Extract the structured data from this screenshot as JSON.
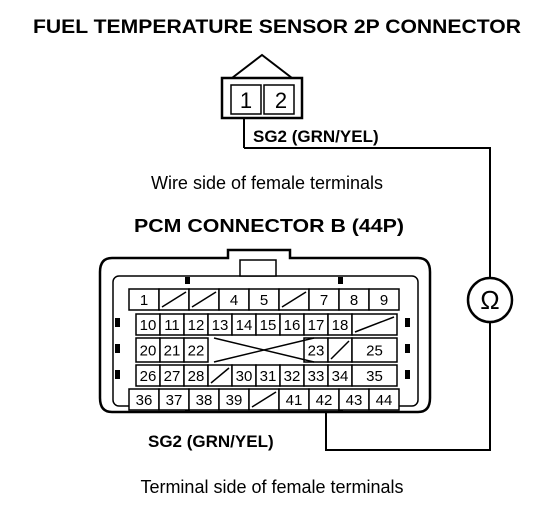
{
  "top_connector": {
    "title": "FUEL TEMPERATURE SENSOR 2P CONNECTOR",
    "pins": [
      "1",
      "2"
    ],
    "wire_label": "SG2 (GRN/YEL)",
    "view_caption": "Wire side of female terminals"
  },
  "pcm_connector": {
    "title": "PCM CONNECTOR B (44P)",
    "wire_label": "SG2 (GRN/YEL)",
    "view_caption": "Terminal side of female terminals",
    "rows": [
      [
        "1",
        "",
        "",
        "4",
        "5",
        "",
        "7",
        "8",
        "9"
      ],
      [
        "10",
        "11",
        "12",
        "13",
        "14",
        "15",
        "16",
        "17",
        "18",
        ""
      ],
      [
        "20",
        "21",
        "22",
        "",
        "",
        "",
        "",
        "23",
        "",
        "25"
      ],
      [
        "26",
        "27",
        "28",
        "",
        "30",
        "31",
        "32",
        "33",
        "34",
        "35"
      ],
      [
        "36",
        "37",
        "38",
        "39",
        "",
        "41",
        "42",
        "43",
        "44"
      ]
    ]
  },
  "meter_symbol": "Ω"
}
